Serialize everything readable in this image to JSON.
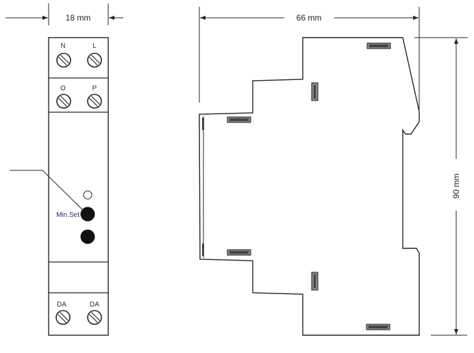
{
  "front_view": {
    "width_dimension": "18 mm",
    "terminals_top": [
      "N",
      "L"
    ],
    "terminals_middle": [
      "O",
      "P"
    ],
    "terminals_bottom": [
      "DA",
      "DA"
    ],
    "button_label": "Min.Set"
  },
  "side_view": {
    "depth_dimension": "66 mm",
    "height_dimension": "90 mm"
  }
}
